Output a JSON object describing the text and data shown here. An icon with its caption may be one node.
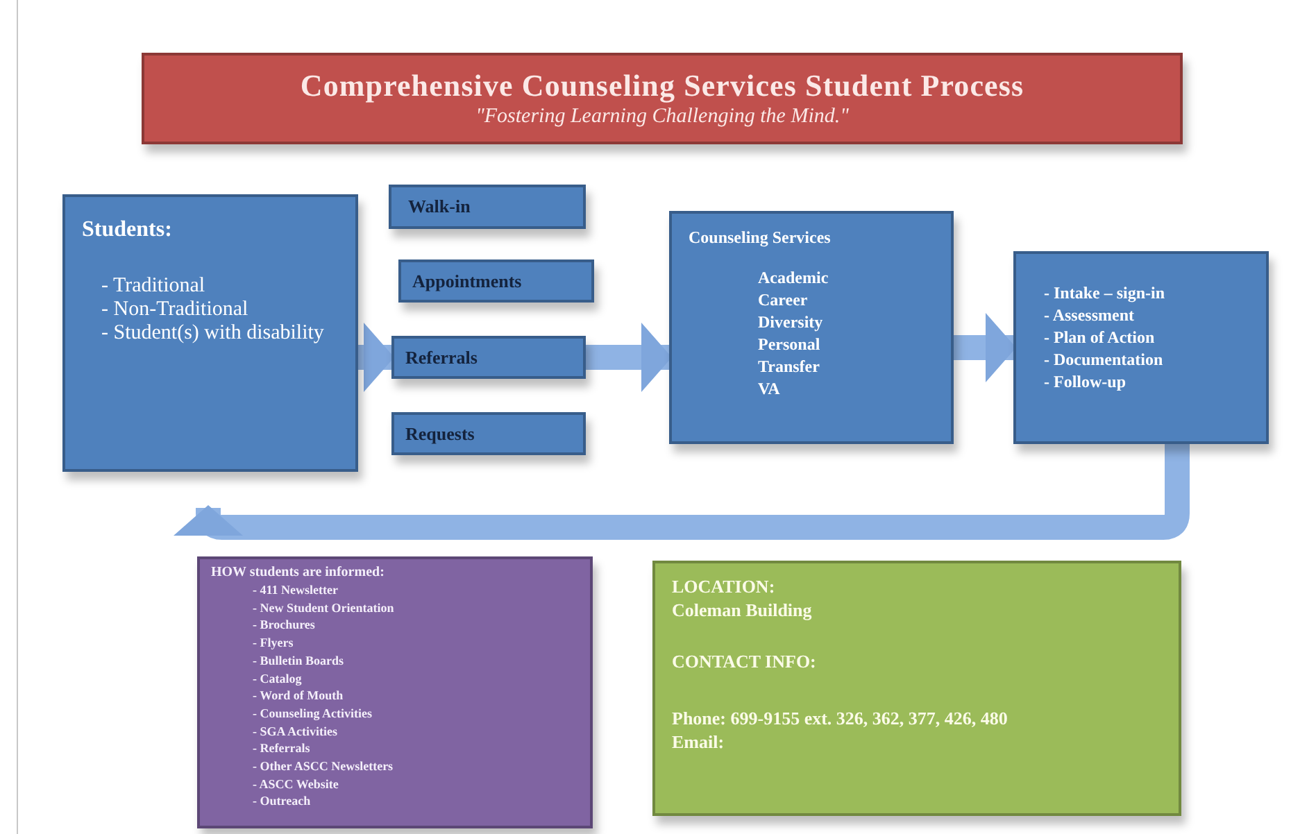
{
  "diagram": {
    "nodes": [
      {
        "text": [
          "Comprehensive Counseling Services Student Process",
          "\"Fostering Learning Challenging the Mind.\""
        ]
      },
      {
        "text": [
          "Students:",
          "- Traditional",
          "- Non-Traditional",
          "- Student(s) with disability"
        ]
      },
      {
        "text": [
          "Walk-in"
        ]
      },
      {
        "text": [
          "Appointments"
        ]
      },
      {
        "text": [
          "Referrals"
        ]
      },
      {
        "text": [
          "Requests"
        ]
      },
      {
        "text": [
          "Counseling Services",
          "Academic",
          "Career",
          "Diversity",
          "Personal",
          "Transfer",
          "VA"
        ]
      },
      {
        "text": [
          "- Intake – sign-in",
          "- Assessment",
          "- Plan of Action",
          "- Documentation",
          "- Follow-up"
        ]
      },
      {
        "text": [
          "HOW students are informed:",
          "- 411 Newsletter",
          "- New Student Orientation",
          "- Brochures",
          "- Flyers",
          "- Bulletin Boards",
          "- Catalog",
          "- Word of Mouth",
          "- Counseling Activities",
          "- SGA Activities",
          "- Referrals",
          "- Other ASCC Newsletters",
          "- ASCC Website",
          "- Outreach"
        ]
      },
      {
        "text": [
          "LOCATION:",
          "Coleman Building",
          "CONTACT INFO:",
          "Phone: 699-9155 ext. 326, 362, 377, 426, 480",
          "Email:"
        ]
      }
    ],
    "edges": [
      {
        "from": 1,
        "to": 4,
        "arrow": "to"
      },
      {
        "from": 4,
        "to": 6,
        "arrow": "to"
      },
      {
        "from": 6,
        "to": 7,
        "arrow": "to"
      },
      {
        "from": 7,
        "to": 1,
        "arrow": "to"
      }
    ]
  }
}
